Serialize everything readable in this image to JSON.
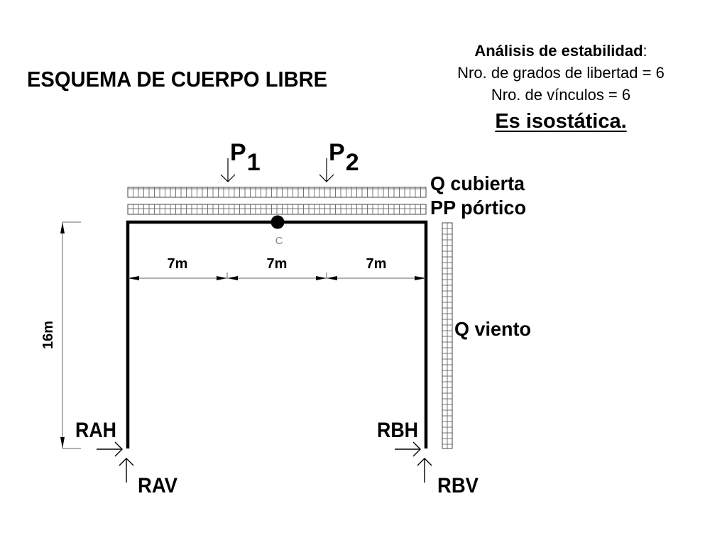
{
  "title": "ESQUEMA DE CUERPO LIBRE",
  "analysis": {
    "heading": "Análisis de estabilidad",
    "heading_colon": ":",
    "dof": "Nro. de grados de libertad = 6",
    "links": "Nro. de vínculos = 6",
    "verdict": "Es isostática."
  },
  "loads": {
    "p1": {
      "letter": "P",
      "index": "1"
    },
    "p2": {
      "letter": "P",
      "index": "2"
    },
    "q_roof": "Q cubierta",
    "pp_frame": "PP pórtico",
    "q_wind": "Q viento"
  },
  "hinge_label": "C",
  "dimensions": {
    "span1": "7m",
    "span2": "7m",
    "span3": "7m",
    "height": "16m"
  },
  "reactions": {
    "rah": "RAH",
    "rav": "RAV",
    "rbh": "RBH",
    "rbv": "RBV"
  }
}
